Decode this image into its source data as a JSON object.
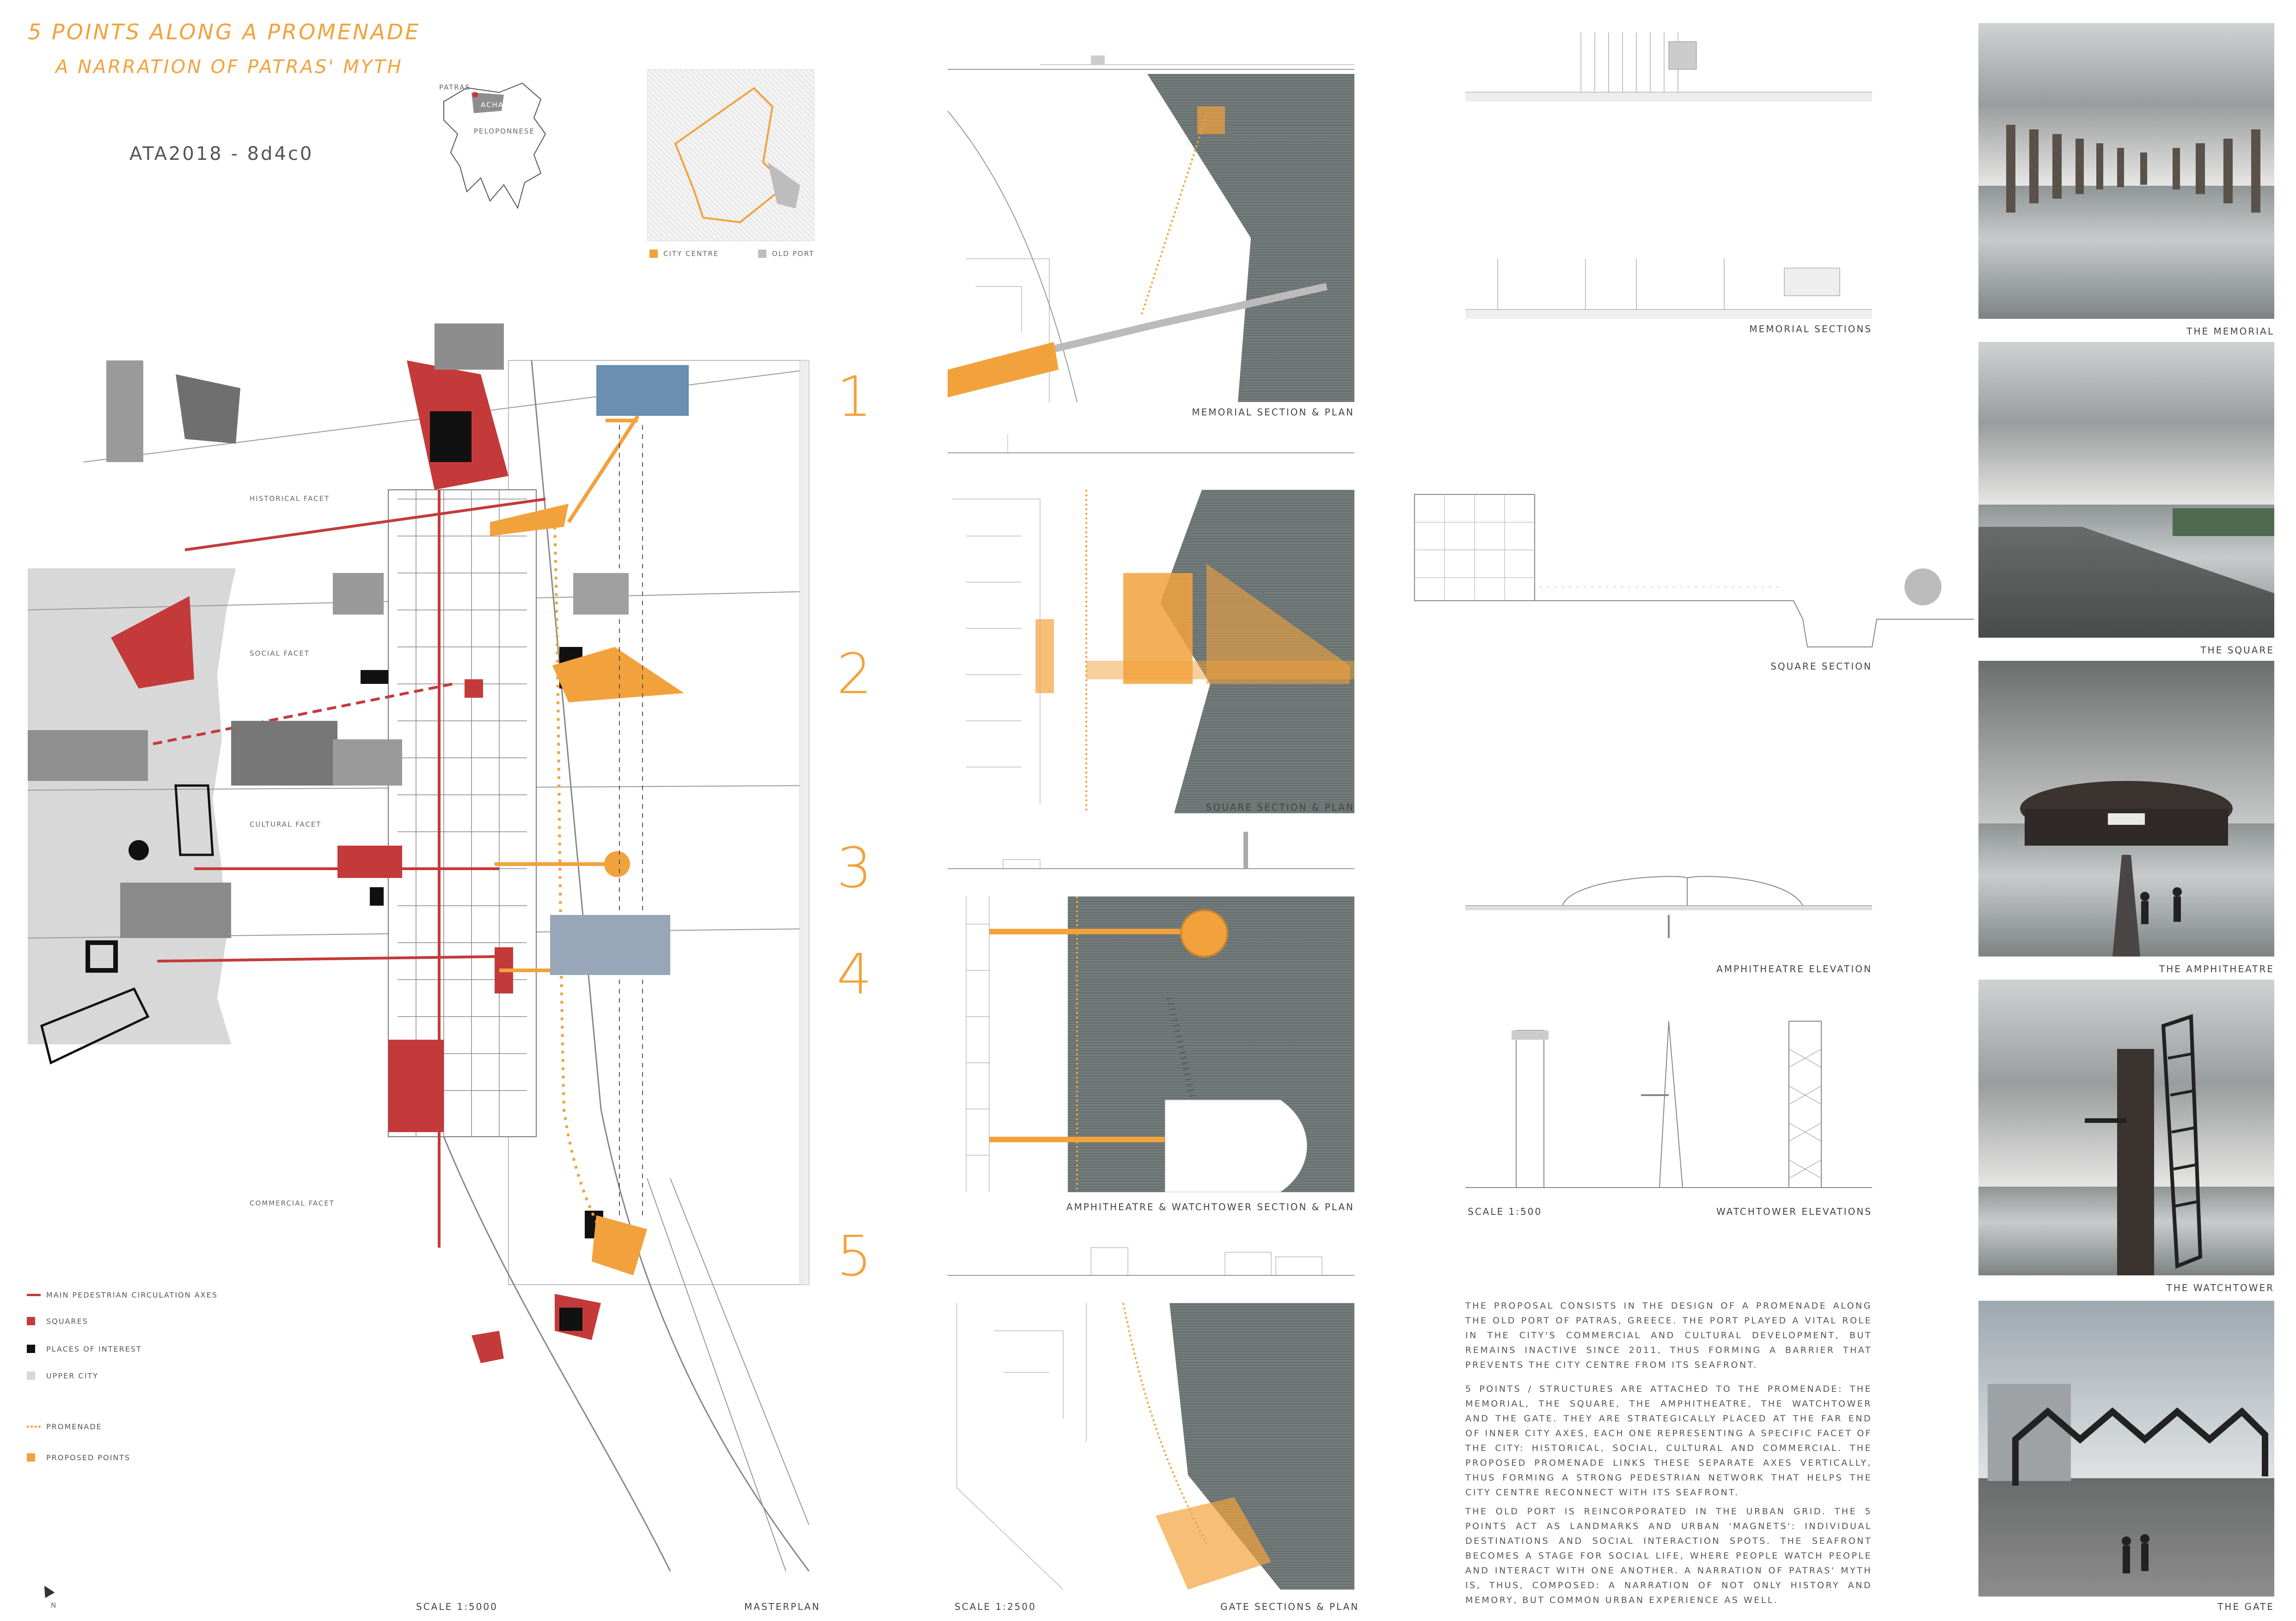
{
  "titles": {
    "line1": "5 POINTS ALONG A PROMENADE",
    "line2": "A NARRATION OF PATRAS' MYTH",
    "code": "ATA2018 - 8d4c0"
  },
  "location_map": {
    "label_patras": "PATRAS",
    "label_achaea": "ACHAEA",
    "label_peloponnese": "PELOPONNESE"
  },
  "city_legend": {
    "city_centre": "CITY CENTRE",
    "old_port": "OLD PORT"
  },
  "facets": {
    "historical": "HISTORICAL FACET",
    "social": "SOCIAL FACET",
    "cultural": "CULTURAL FACET",
    "commercial": "COMMERCIAL FACET"
  },
  "numbers": [
    "1",
    "2",
    "3",
    "4",
    "5"
  ],
  "legend": [
    {
      "label": "MAIN PEDESTRIAN CIRCULATION AXES",
      "color": "#c43a3a",
      "kind": "line"
    },
    {
      "label": "SQUARES",
      "color": "#c43a3a",
      "kind": "box"
    },
    {
      "label": "PLACES OF INTEREST",
      "color": "#111111",
      "kind": "box"
    },
    {
      "label": "UPPER CITY",
      "color": "#d8d8d8",
      "kind": "box"
    },
    {
      "label": "PROMENADE",
      "color": "#f2a23c",
      "kind": "dots"
    },
    {
      "label": "PROPOSED POINTS",
      "color": "#f2a23c",
      "kind": "box"
    }
  ],
  "footer": {
    "north": "N",
    "scale1": "SCALE 1:5000",
    "masterplan": "MASTERPLAN",
    "scale2": "SCALE 1:2500",
    "gate_sections": "GATE SECTIONS & PLAN"
  },
  "plan_captions": [
    "MEMORIAL SECTION & PLAN",
    "SQUARE SECTION & PLAN",
    "AMPHITHEATRE & WATCHTOWER SECTION & PLAN"
  ],
  "section_captions": {
    "memorial": "MEMORIAL SECTIONS",
    "square": "SQUARE SECTION",
    "amphitheatre": "AMPHITHEATRE ELEVATION",
    "scale": "SCALE 1:500",
    "watchtower": "WATCHTOWER ELEVATIONS"
  },
  "renders": [
    "THE MEMORIAL",
    "THE SQUARE",
    "THE AMPHITHEATRE",
    "THE WATCHTOWER",
    "THE GATE"
  ],
  "description": [
    "THE PROPOSAL CONSISTS IN THE DESIGN OF A PROMENADE ALONG THE OLD PORT OF PATRAS, GREECE. THE PORT PLAYED A VITAL ROLE IN THE CITY'S COMMERCIAL AND CULTURAL DEVELOPMENT, BUT REMAINS INACTIVE SINCE 2011, THUS FORMING A BARRIER THAT PREVENTS THE CITY CENTRE FROM ITS SEAFRONT.",
    "5 POINTS / STRUCTURES ARE ATTACHED TO THE PROMENADE: THE MEMORIAL, THE SQUARE, THE AMPHITHEATRE, THE WATCHTOWER AND THE GATE. THEY ARE STRATEGICALLY PLACED AT THE FAR END OF INNER CITY AXES, EACH ONE REPRESENTING A SPECIFIC FACET OF THE CITY: HISTORICAL, SOCIAL, CULTURAL AND COMMERCIAL. THE PROPOSED PROMENADE LINKS THESE SEPARATE AXES VERTICALLY, THUS FORMING A STRONG PEDESTRIAN NETWORK THAT HELPS THE CITY CENTRE RECONNECT WITH ITS SEAFRONT.",
    "THE OLD PORT IS REINCORPORATED IN THE URBAN GRID. THE 5 POINTS ACT AS LANDMARKS AND URBAN 'MAGNETS': INDIVIDUAL DESTINATIONS AND SOCIAL INTERACTION SPOTS. THE SEAFRONT BECOMES A STAGE FOR SOCIAL LIFE, WHERE PEOPLE WATCH PEOPLE AND INTERACT WITH ONE ANOTHER. A NARRATION OF PATRAS' MYTH IS, THUS, COMPOSED: A NARRATION OF NOT ONLY HISTORY AND MEMORY, BUT COMMON URBAN EXPERIENCE AS WELL."
  ],
  "colors": {
    "accent": "#f2a23c",
    "red": "#c43a3a",
    "grey": "#d8d8d8"
  }
}
